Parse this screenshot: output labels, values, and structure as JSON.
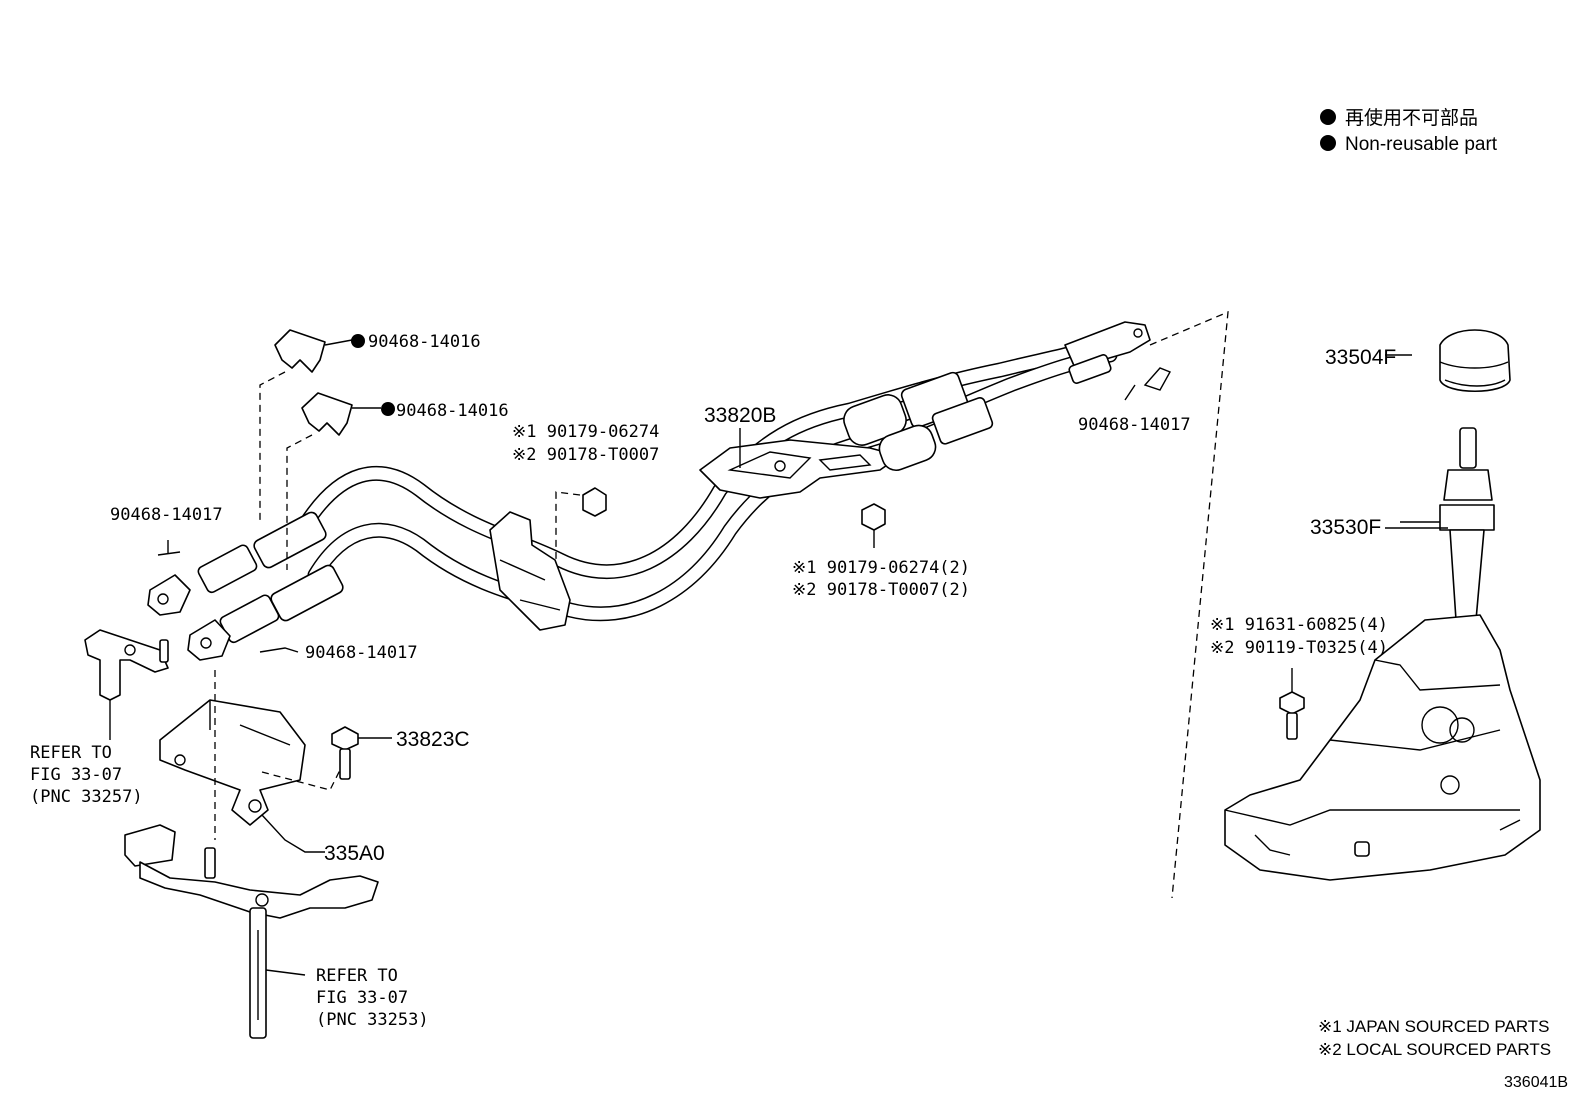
{
  "legend": {
    "jp_label": "再使用不可部品",
    "en_label": "Non-reusable part"
  },
  "callouts": {
    "clip_upper": "90468-14016",
    "clip_lower": "90468-14016",
    "pin_left": "90468-14017",
    "pin_mid": "90468-14017",
    "pin_right": "90468-14017",
    "nut_top_1": "※1 90179-06274",
    "nut_top_2": "※2 90178-T0007",
    "cable_assy": "33820B",
    "nut_mid_1": "※1 90179-06274(2)",
    "nut_mid_2": "※2 90178-T0007(2)",
    "knob": "33504F",
    "lever": "33530F",
    "bolt_1": "※1 91631-60825(4)",
    "bolt_2": "※2 90119-T0325(4)",
    "bolt_small": "33823C",
    "bracket": "335A0"
  },
  "refer_left": {
    "line1": "REFER TO",
    "line2": "FIG 33-07",
    "line3": "(PNC 33257)"
  },
  "refer_bottom": {
    "line1": "REFER TO",
    "line2": "FIG 33-07",
    "line3": "(PNC 33253)"
  },
  "notes": {
    "note1": "※1 JAPAN SOURCED PARTS",
    "note2": "※2 LOCAL SOURCED PARTS"
  },
  "figure_id": "336041B"
}
